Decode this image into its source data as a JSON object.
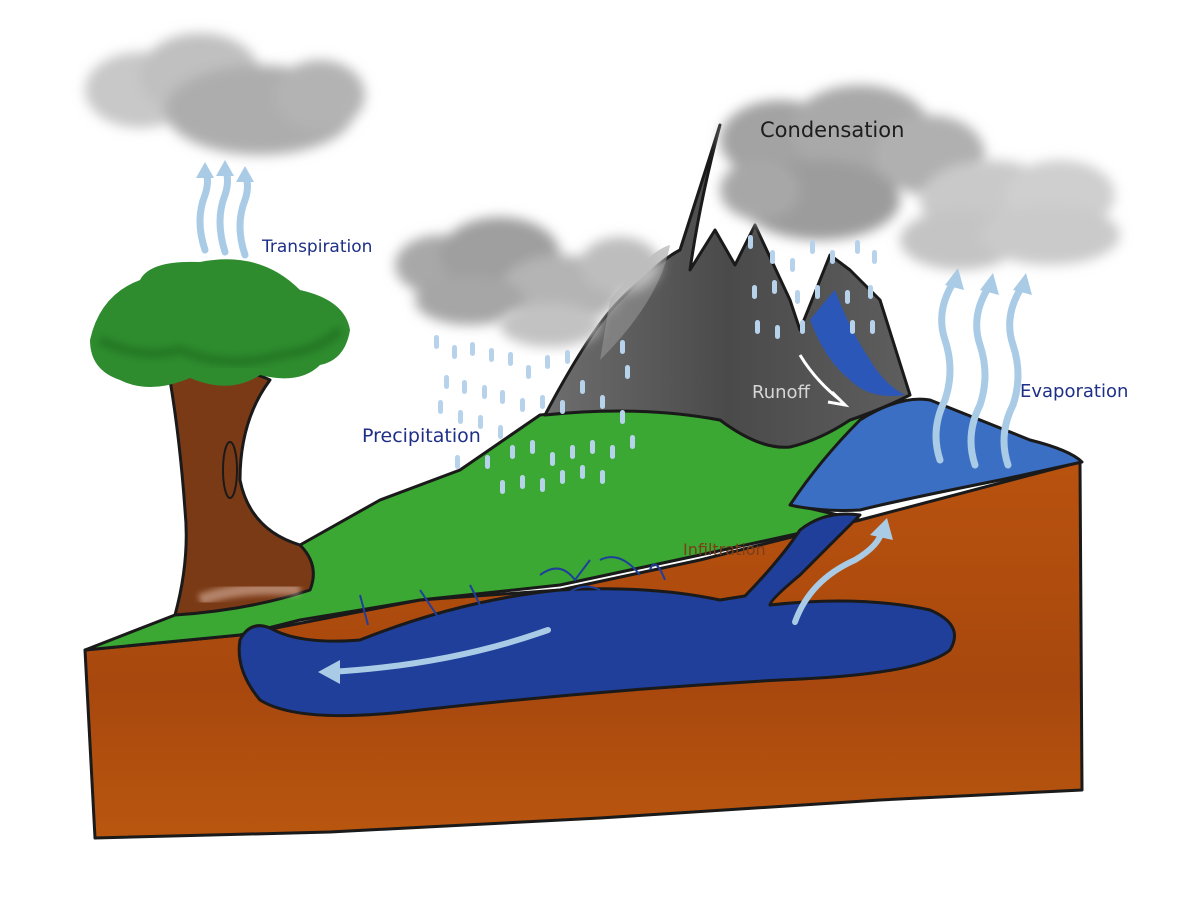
{
  "diagram": {
    "labels": {
      "transpiration": "Transpiration",
      "condensation": "Condensation",
      "precipitation": "Precipitation",
      "runoff": "Runoff",
      "evaporation": "Evaporation",
      "infiltration": "Infiltration"
    },
    "colors": {
      "cloud": "#9e9e9e",
      "grass": "#3aa832",
      "soil": "#b5500f",
      "water": "#1f3f9a",
      "lake": "#3b6fc4",
      "mountain": "#5a5a5a",
      "trunk": "#7b3a16",
      "foliage": "#2e8b2e",
      "arrow": "#a9cbe6",
      "label_blue": "#1e2f86"
    }
  }
}
